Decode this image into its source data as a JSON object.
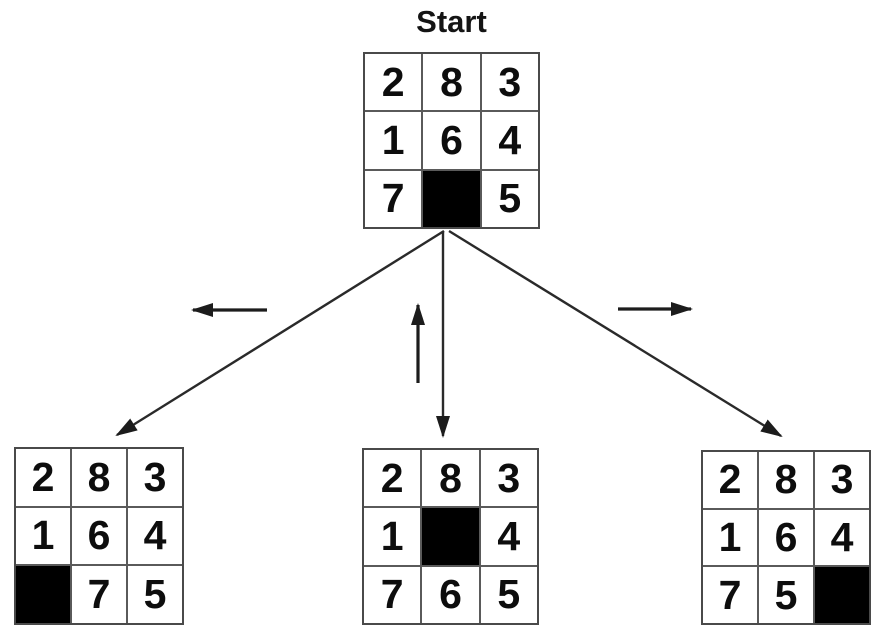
{
  "diagram": {
    "title": "Start",
    "puzzles": [
      {
        "id": "start",
        "name": "start-state",
        "rows": [
          [
            "2",
            "8",
            "3"
          ],
          [
            "1",
            "6",
            "4"
          ],
          [
            "7",
            null,
            "5"
          ]
        ]
      },
      {
        "id": "left",
        "name": "child-blank-moved-left",
        "rows": [
          [
            "2",
            "8",
            "3"
          ],
          [
            "1",
            "6",
            "4"
          ],
          [
            null,
            "7",
            "5"
          ]
        ]
      },
      {
        "id": "middle",
        "name": "child-blank-moved-up",
        "rows": [
          [
            "2",
            "8",
            "3"
          ],
          [
            "1",
            null,
            "4"
          ],
          [
            "7",
            "6",
            "5"
          ]
        ]
      },
      {
        "id": "right",
        "name": "child-blank-moved-right",
        "rows": [
          [
            "2",
            "8",
            "3"
          ],
          [
            "1",
            "6",
            "4"
          ],
          [
            "7",
            "5",
            null
          ]
        ]
      }
    ],
    "move_arrows": [
      {
        "icon": "left-arrow"
      },
      {
        "icon": "up-arrow"
      },
      {
        "icon": "right-arrow"
      }
    ],
    "colors": {
      "background": "#ffffff",
      "tile_text": "#0d0d0d",
      "grid_line": "#5a5a5a",
      "blank_fill": "#000000",
      "arrow": "#222222"
    }
  }
}
